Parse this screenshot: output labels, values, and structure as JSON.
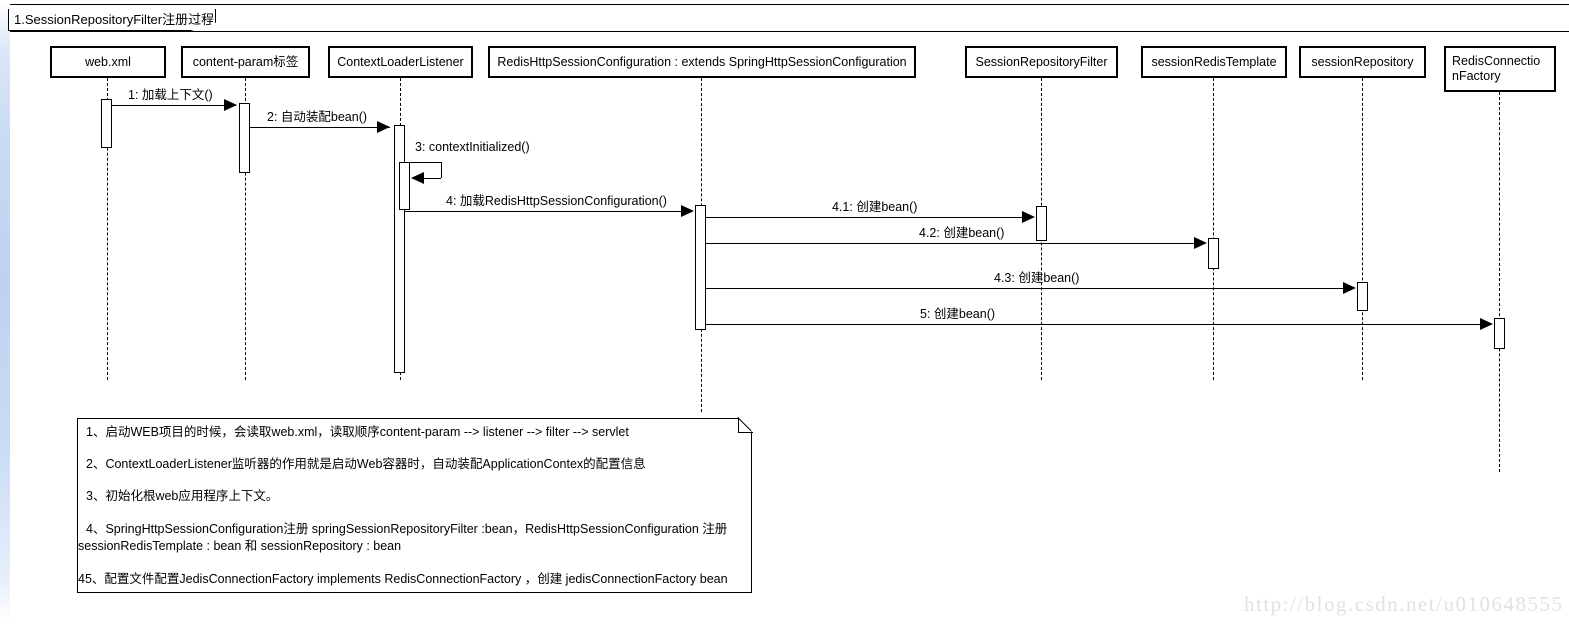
{
  "frame": {
    "title": "1.SessionRepositoryFilter注册过程"
  },
  "lifelines": [
    {
      "id": "webxml",
      "label": "web.xml"
    },
    {
      "id": "contentparam",
      "label": "content-param标签"
    },
    {
      "id": "listener",
      "label": "ContextLoaderListener"
    },
    {
      "id": "redisconfig",
      "label": "RedisHttpSessionConfiguration : extends SpringHttpSessionConfiguration"
    },
    {
      "id": "filter",
      "label": "SessionRepositoryFilter"
    },
    {
      "id": "redistemplate",
      "label": "sessionRedisTemplate"
    },
    {
      "id": "repository",
      "label": "sessionRepository"
    },
    {
      "id": "connfactory",
      "label": "RedisConnectio\nnFactory",
      "label_line1": "RedisConnectio",
      "label_line2": "nFactory"
    }
  ],
  "messages": [
    {
      "id": "m1",
      "label": "1: 加载上下文()"
    },
    {
      "id": "m2",
      "label": "2: 自动装配bean()"
    },
    {
      "id": "m3",
      "label": "3: contextInitialized()"
    },
    {
      "id": "m4",
      "label": "4: 加载RedisHttpSessionConfiguration()"
    },
    {
      "id": "m41",
      "label": "4.1: 创建bean()"
    },
    {
      "id": "m42",
      "label": "4.2: 创建bean()"
    },
    {
      "id": "m43",
      "label": "4.3: 创建bean()"
    },
    {
      "id": "m5",
      "label": "5: 创建bean()"
    }
  ],
  "note": {
    "lines": [
      "1、启动WEB项目的时候，会读取web.xml，读取顺序content-param --> listener --> filter --> servlet",
      "2、ContextLoaderListener监听器的作用就是启动Web容器时，自动装配ApplicationContex的配置信息",
      "3、初始化根web应用程序上下文。",
      "4、SpringHttpSessionConfiguration注册 springSessionRepositoryFilter :bean，RedisHttpSessionConfiguration 注册",
      "sessionRedisTemplate : bean  和 sessionRepository : bean",
      "45、配置文件配置JedisConnectionFactory implements RedisConnectionFactory ，创建 jedisConnectionFactory bean"
    ]
  },
  "watermark": {
    "text": "http://blog.csdn.net/u010648555"
  },
  "colors": {
    "stroke": "#000000",
    "background": "#ffffff",
    "edge_strip": "#bcd2f0",
    "watermark": "#e2e2e2"
  }
}
